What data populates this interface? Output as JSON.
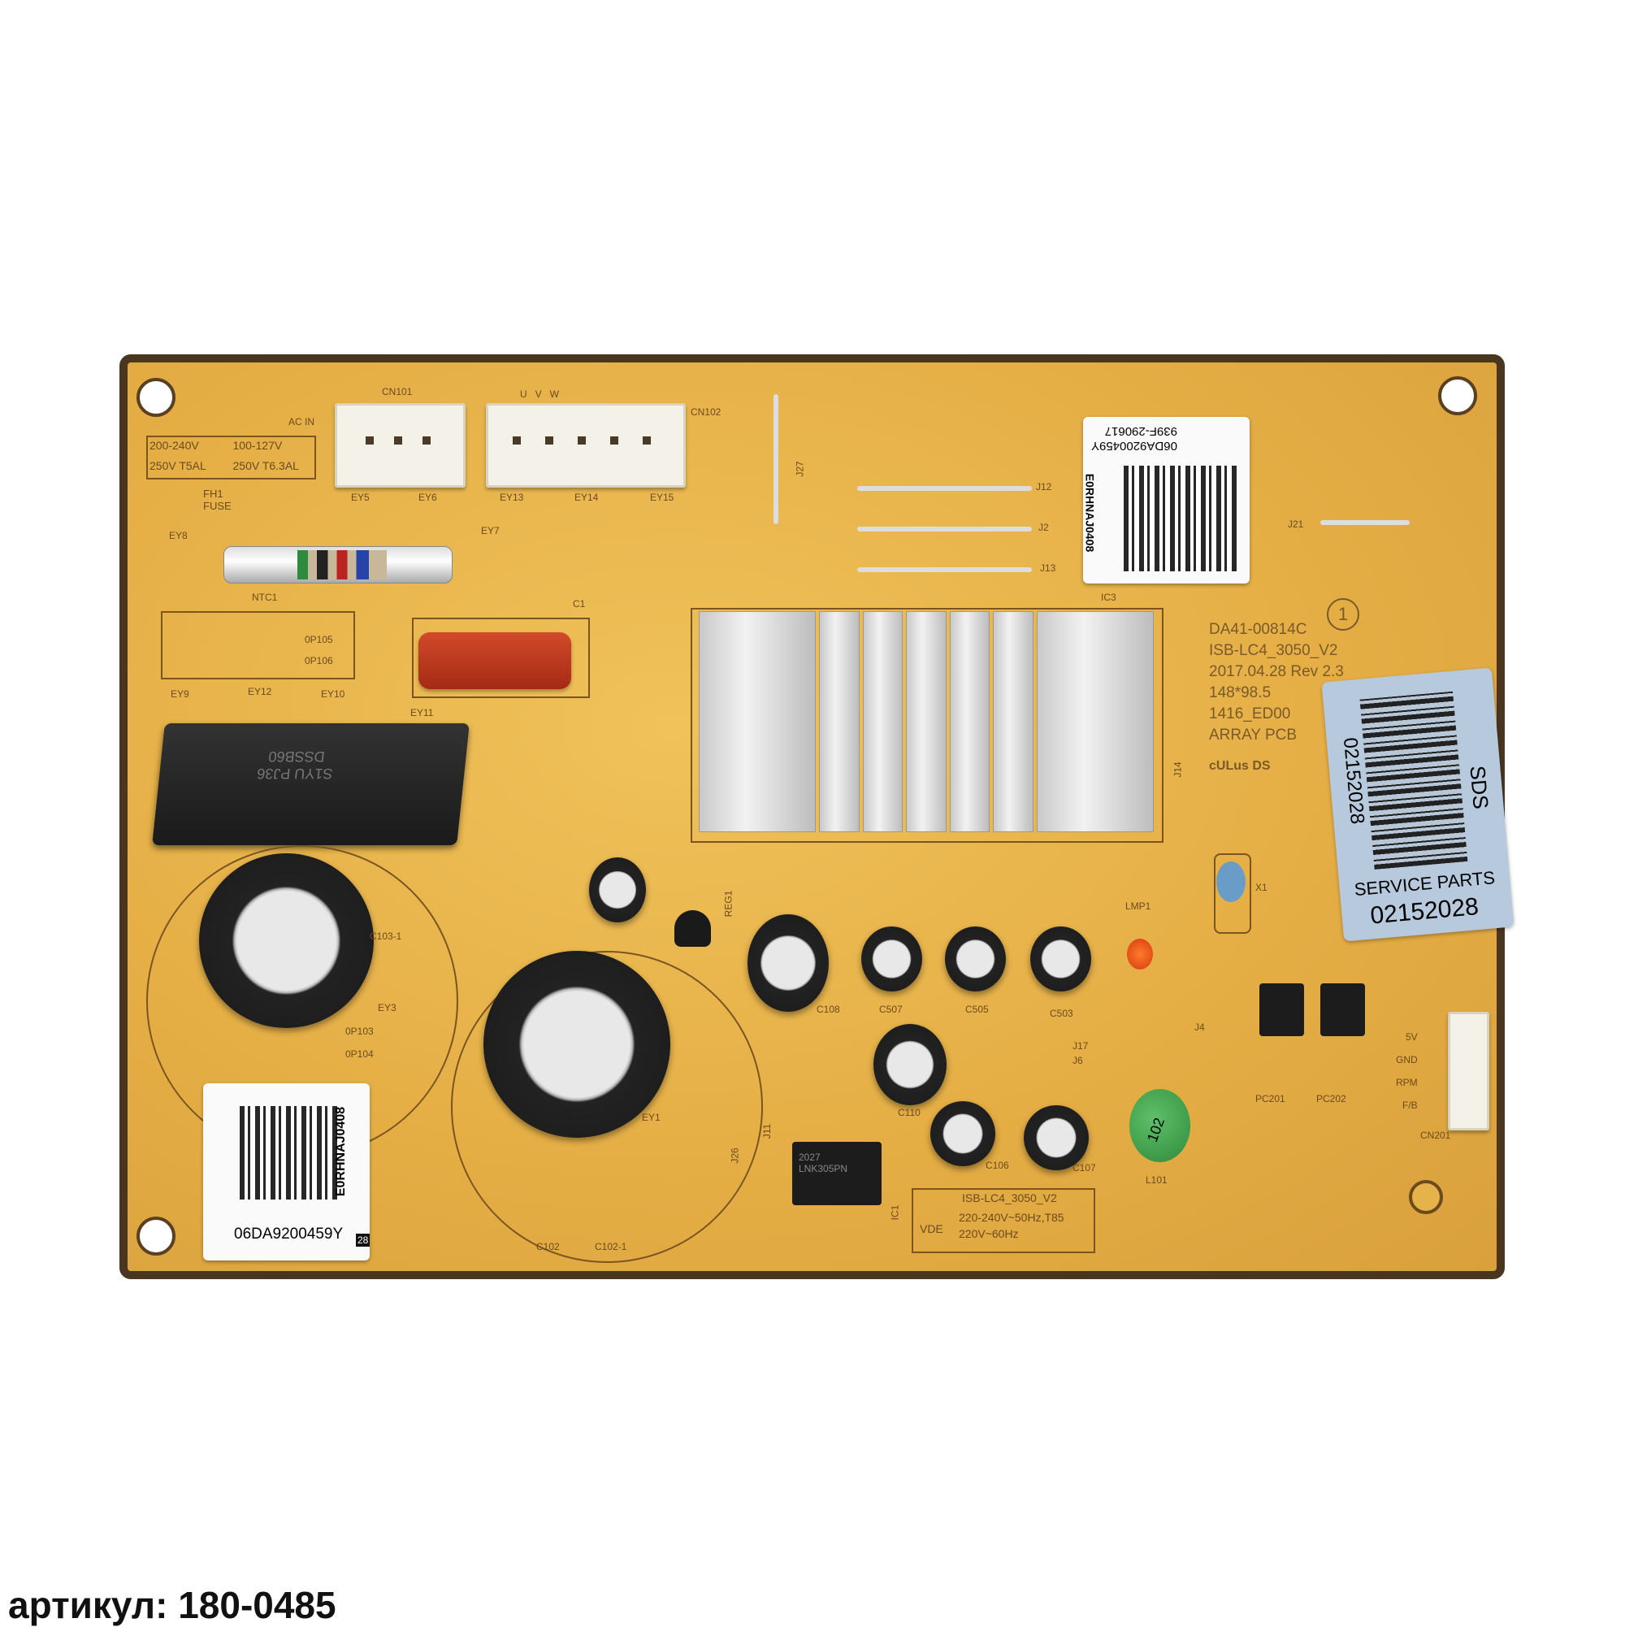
{
  "caption": "артикул: 180-0485",
  "board": {
    "silkscreen": {
      "fuse_table": [
        "200-240V",
        "100-127V",
        "250V T5AL",
        "250V T6.3AL"
      ],
      "fuse_label": "FH1\nFUSE",
      "ntc": "NTC1",
      "ac_in": "AC IN",
      "cn101": "CN101",
      "cn102": "CN102",
      "cn102_pins": "U   V   W",
      "ey_labels": [
        "EY5",
        "EY6",
        "EY13",
        "EY14",
        "EY15",
        "EY8",
        "EY7",
        "EY9",
        "EY12",
        "EY10",
        "EY11"
      ],
      "op_labels": [
        "0P105",
        "0P106",
        "0P103",
        "0P104"
      ],
      "c1": "C1",
      "jumpers": [
        "J12",
        "J2",
        "J13",
        "J21",
        "J27",
        "J26",
        "J11",
        "J17",
        "J6",
        "J4",
        "J14"
      ],
      "ic3": "IC3",
      "info_block": [
        "DA41-00814C",
        "ISB-LC4_3050_V2",
        "2017.04.28  Rev 2.3",
        "148*98.5",
        "1416_ED00",
        "ARRAY PCB"
      ],
      "circle_mark": "1",
      "cert": "cULus DS",
      "cap_labels": [
        "C103-1",
        "EY3",
        "C102",
        "C102-1",
        "EY1",
        "C108",
        "C507",
        "C505",
        "C503",
        "C110",
        "C106",
        "C107"
      ],
      "reg": "REG1",
      "lmp": "LMP1",
      "x1": "X1",
      "pc201": "PC201",
      "pc202": "PC202",
      "cn201": "CN201",
      "cn201_pins": [
        "5V",
        "GND",
        "RPM",
        "F/B"
      ],
      "ic1": "IC1",
      "l101": "L101",
      "vde_box": {
        "title": "ISB-LC4_3050_V2",
        "vde": "VDE",
        "line1": "220-240V~50Hz,T85",
        "line2": "220V~60Hz"
      }
    },
    "components": {
      "bridge_text": [
        "DSSB60",
        "S1YU PJ36"
      ],
      "ic1_text": [
        "2027",
        "LNK305PN"
      ],
      "inductor_text": "102"
    },
    "qr_label_top": {
      "lines": [
        "939F-290617",
        "06DA9200459Y",
        "E0RHNAJ0408"
      ]
    },
    "qr_label_bottom": {
      "code": "06DA9200459Y",
      "side": "E0RHNAJ0408",
      "tag": "28"
    },
    "service_label": {
      "vertical_code": "02152028",
      "brand": "SDS",
      "title": "SERVICE PARTS",
      "code": "02152028"
    }
  }
}
